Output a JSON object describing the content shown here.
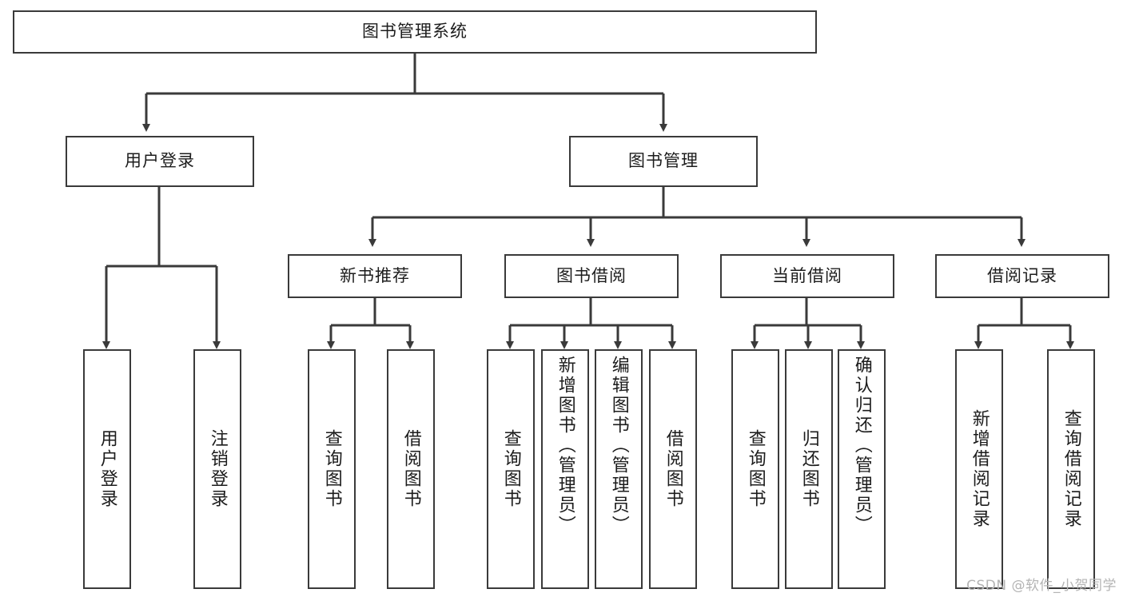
{
  "diagram": {
    "title": "图书管理系统",
    "type": "tree",
    "colors": {
      "background": "#ffffff",
      "node_border": "#3a3a3a",
      "node_fill": "#ffffff",
      "edge": "#3a3a3a",
      "text": "#1c1c1c",
      "watermark": "#b4b4b4"
    },
    "root": {
      "label": "图书管理系统"
    },
    "level2": [
      {
        "label": "用户登录"
      },
      {
        "label": "图书管理"
      }
    ],
    "level3": [
      {
        "label": "新书推荐"
      },
      {
        "label": "图书借阅"
      },
      {
        "label": "当前借阅"
      },
      {
        "label": "借阅记录"
      }
    ],
    "leaves": {
      "user_login": [
        {
          "label": "用户登录"
        },
        {
          "label": "注销登录"
        }
      ],
      "new_book_recommend": [
        {
          "label": "查询图书"
        },
        {
          "label": "借阅图书"
        }
      ],
      "book_borrow": [
        {
          "label": "查询图书"
        },
        {
          "label": "新增图书（管理员）"
        },
        {
          "label": "编辑图书（管理员）"
        },
        {
          "label": "借阅图书"
        }
      ],
      "current_borrow": [
        {
          "label": "查询图书"
        },
        {
          "label": "归还图书"
        },
        {
          "label": "确认归还（管理员）"
        }
      ],
      "borrow_record": [
        {
          "label": "新增借阅记录"
        },
        {
          "label": "查询借阅记录"
        }
      ]
    }
  },
  "watermark": {
    "text": "CSDN @软件_小贺同学"
  }
}
